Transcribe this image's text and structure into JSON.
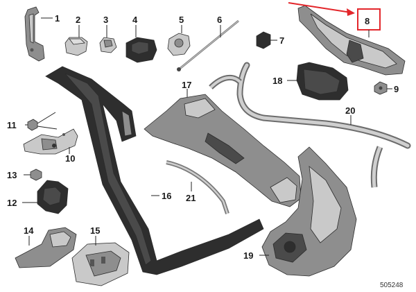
{
  "diagram": {
    "ref_number": "505248",
    "highlight_color": "#e3262b",
    "callouts": [
      {
        "id": "1",
        "label": "1"
      },
      {
        "id": "2",
        "label": "2"
      },
      {
        "id": "3",
        "label": "3"
      },
      {
        "id": "4",
        "label": "4"
      },
      {
        "id": "5",
        "label": "5"
      },
      {
        "id": "6",
        "label": "6"
      },
      {
        "id": "7",
        "label": "7"
      },
      {
        "id": "8",
        "label": "8"
      },
      {
        "id": "9",
        "label": "9"
      },
      {
        "id": "10",
        "label": "10"
      },
      {
        "id": "11",
        "label": "11"
      },
      {
        "id": "12",
        "label": "12"
      },
      {
        "id": "13",
        "label": "13"
      },
      {
        "id": "14",
        "label": "14"
      },
      {
        "id": "15",
        "label": "15"
      },
      {
        "id": "16",
        "label": "16"
      },
      {
        "id": "17",
        "label": "17"
      },
      {
        "id": "18",
        "label": "18"
      },
      {
        "id": "19",
        "label": "19"
      },
      {
        "id": "20",
        "label": "20"
      },
      {
        "id": "21",
        "label": "21"
      }
    ]
  }
}
